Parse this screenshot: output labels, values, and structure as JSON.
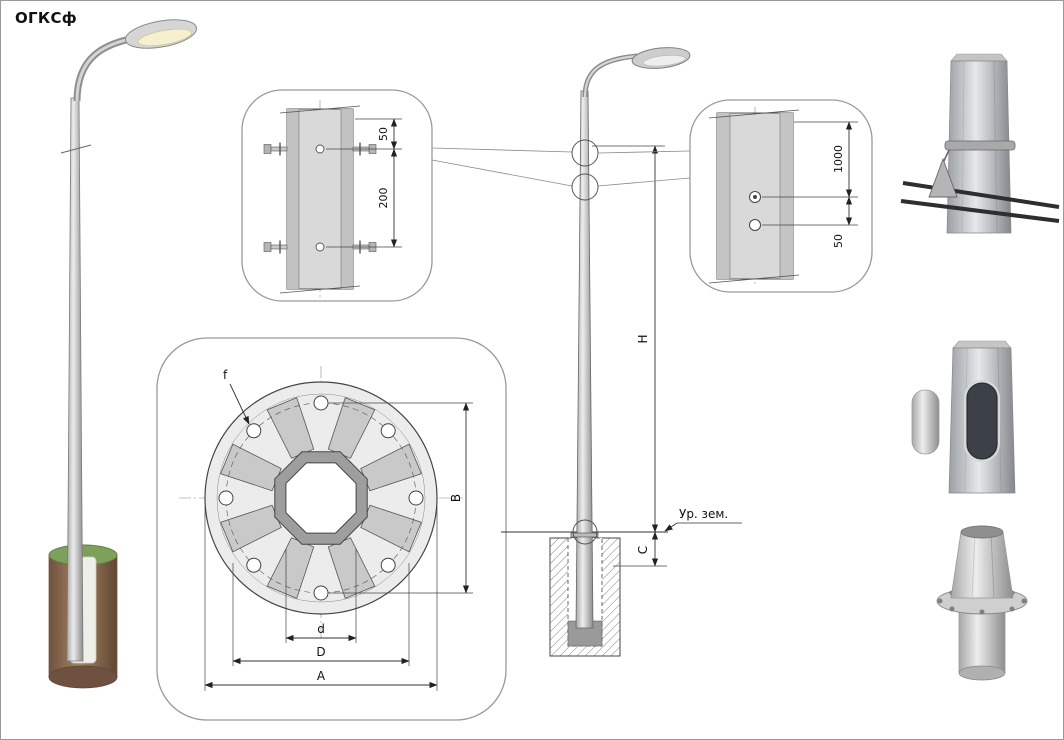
{
  "title": "ОГКСф",
  "base_detail": {
    "dim_top": "50",
    "dim_bottom": "200"
  },
  "flange_detail": {
    "hole_label": "f",
    "bolt_span_label": "B",
    "inner_dia_label": "d",
    "bolt_circle_label": "D",
    "outer_dia_label": "A"
  },
  "elevation": {
    "height_label": "H",
    "embed_label": "C",
    "ground_label": "Ур. зем."
  },
  "hole_detail": {
    "dim_top": "1000",
    "dim_bottom": "50"
  }
}
